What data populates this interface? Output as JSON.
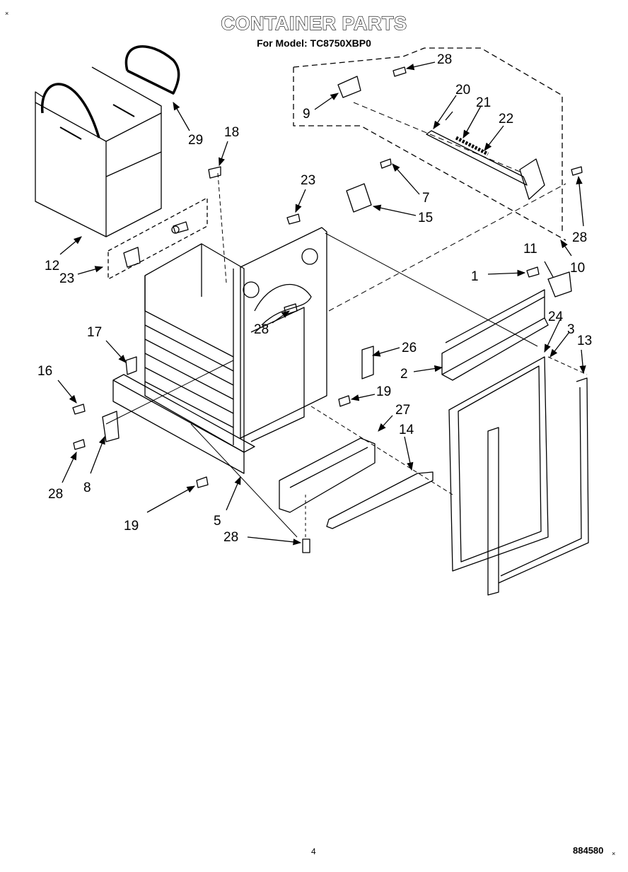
{
  "header": {
    "corner_mark": "×",
    "title": "CONTAINER PARTS",
    "subtitle": "For Model: TC8750XBP0"
  },
  "callouts": {
    "c1": "1",
    "c2": "2",
    "c3": "3",
    "c5": "5",
    "c7": "7",
    "c8": "8",
    "c9": "9",
    "c10": "10",
    "c11": "11",
    "c12": "12",
    "c13": "13",
    "c14": "14",
    "c15": "15",
    "c16": "16",
    "c17": "17",
    "c18": "18",
    "c19a": "19",
    "c19b": "19",
    "c20": "20",
    "c21": "21",
    "c22": "22",
    "c23a": "23",
    "c23b": "23",
    "c24": "24",
    "c26": "26",
    "c27": "27",
    "c28a": "28",
    "c28b": "28",
    "c28c": "28",
    "c28d": "28",
    "c28e": "28",
    "c29": "29"
  },
  "footer": {
    "page_number": "4",
    "doc_number": "884580",
    "doc_mark": "×"
  }
}
